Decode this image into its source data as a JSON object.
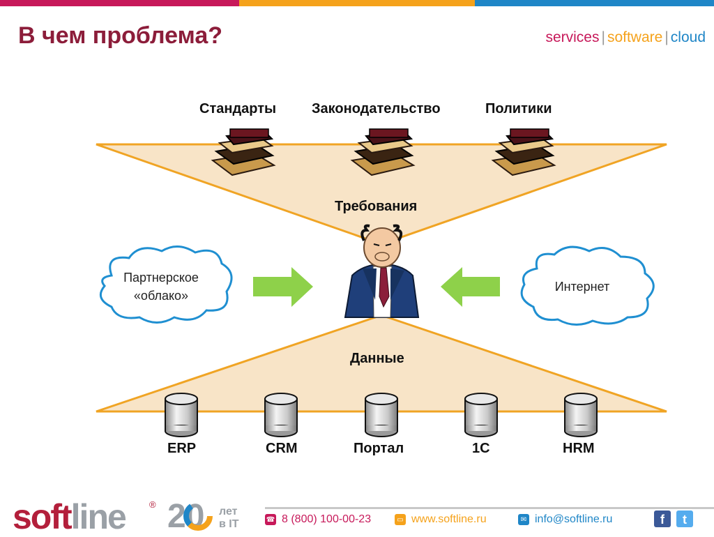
{
  "slide": {
    "title": "В чем проблема?",
    "brand": {
      "services": "services",
      "sep": "|",
      "software": "software",
      "cloud": "cloud"
    }
  },
  "colors": {
    "magenta": "#c7195a",
    "orange": "#f5a21b",
    "blue": "#1f86c7",
    "title": "#8c1d3a",
    "triangle_fill": "#f8e4c7",
    "triangle_stroke": "#f0a424",
    "arrow": "#8ed14a",
    "cloud_stroke": "#1f8fd1"
  },
  "diagram": {
    "top_labels": [
      "Стандарты",
      "Законодательство",
      "Политики"
    ],
    "requirements": "Требования",
    "data_label": "Данные",
    "cloud_left": [
      "Партнерское",
      "«облако»"
    ],
    "cloud_right": "Интернет",
    "bottom_labels": [
      "ERP",
      "CRM",
      "Портал",
      "1С",
      "HRM"
    ]
  },
  "footer": {
    "logo_soft": "soft",
    "logo_line": "line",
    "registered": "®",
    "anniversary_number": "20",
    "anniversary_text_1": "лет",
    "anniversary_text_2": "в IT",
    "phone": "8 (800) 100-00-23",
    "website": "www.softline.ru",
    "email": "info@softline.ru",
    "social": {
      "facebook": "f",
      "twitter": "t"
    }
  }
}
